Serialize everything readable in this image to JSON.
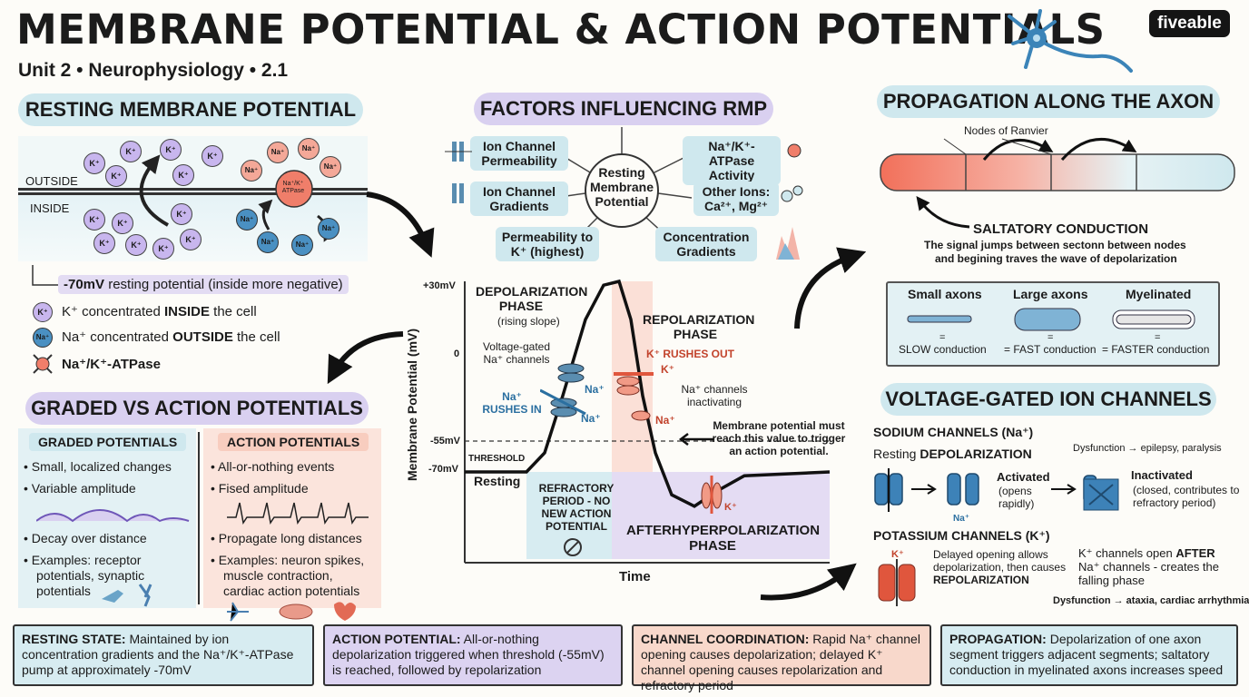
{
  "header": {
    "title": "MEMBRANE POTENTIAL & ACTION POTENTIALS",
    "subtitle": "Unit 2 • Neurophysiology • 2.1",
    "logo": "fiveable"
  },
  "rmp": {
    "heading": "RESTING MEMBRANE POTENTIAL",
    "outside_label": "OUTSIDE",
    "inside_label": "INSIDE",
    "k_ion": "K⁺",
    "na_ion": "Na⁺",
    "pump_label": "Na⁺/K⁺ ATPase",
    "resting_value": "-70mV",
    "resting_text": " resting potential (inside more negative)",
    "legend_k_ion": "K⁺",
    "legend_k_pre": "K⁺ concentrated ",
    "legend_k_bold": "INSIDE",
    "legend_k_post": " the cell",
    "legend_na_ion": "Na⁺",
    "legend_na_pre": "Na⁺ concentrated ",
    "legend_na_bold": "OUTSIDE",
    "legend_na_post": " the cell",
    "legend_pump": "Na⁺/K⁺-ATPase"
  },
  "factors": {
    "heading": "FACTORS INFLUENCING RMP",
    "center": "Resting Membrane Potential",
    "items": [
      "Ion Channel Permeability",
      "Na⁺/K⁺-ATPase Activity",
      "Ion Channel Gradients",
      "Other Ions: Ca²⁺, Mg²⁺",
      "Permeability to K⁺ (highest)",
      "Concentration Gradients"
    ]
  },
  "graded": {
    "heading": "GRADED VS ACTION POTENTIALS",
    "graded_title": "GRADED POTENTIALS",
    "graded_items": [
      "Small, localized changes",
      "Variable amplitude",
      "Decay over distance",
      "Examples: receptor",
      "potentials, synaptic",
      "potentials"
    ],
    "action_title": "ACTION POTENTIALS",
    "action_items": [
      "All-or-nothing events",
      "Fised amplitude",
      "Propagate long distances",
      "Examples: neuron spikes,",
      "muscle contraction,",
      "cardiac action potentials"
    ]
  },
  "chart_data": {
    "type": "line",
    "xlabel": "Time",
    "ylabel": "Membrane Potential (mV)",
    "y_ticks": [
      "+30mV",
      "0",
      "-55mV",
      "-70mV"
    ],
    "threshold_label": "THRESHOLD",
    "resting_label": "Resting",
    "labels": {
      "depol_title": "DEPOLARIZATION PHASE",
      "depol_sub": "(rising slope)",
      "vg_na": "Voltage-gated Na⁺ channels",
      "na_rushes": "Na⁺ RUSHES IN",
      "na_ion": "Na⁺",
      "repol_title": "REPOLARIZATION PHASE",
      "k_rushes": "K⁺ RUSHES OUT",
      "k_ion": "K⁺",
      "na_inact": "Na⁺ channels inactivating",
      "threshold_note": "Membrane potential must reach this value to trigger an action potential.",
      "refractory": "REFRACTORY PERIOD - NO NEW ACTION POTENTIAL",
      "ahp": "AFTERHYPERPOLARIZATION PHASE"
    }
  },
  "propagation": {
    "heading": "PROPAGATION ALONG THE AXON",
    "nodes_label": "Nodes of Ranvier",
    "saltatory_title": "SALTATORY CONDUCTION",
    "saltatory_desc1": "The signal jumps between sectonn between nodes",
    "saltatory_desc2": "and begining traves the wave of depolarization",
    "axon_types": [
      {
        "label": "Small axons",
        "eq": "=",
        "result": "SLOW conduction"
      },
      {
        "label": "Large axons",
        "eq": "=",
        "result": "= FAST conduction"
      },
      {
        "label": "Myelinated",
        "eq": "=",
        "result": "= FASTER conduction"
      }
    ]
  },
  "vgic": {
    "heading": "VOLTAGE-GATED ION CHANNELS",
    "sodium_title": "SODIUM CHANNELS (Na⁺)",
    "resting_pre": "Resting ",
    "resting_bold": "DEPOLARIZATION",
    "dysfunction_na": "Dysfunction → epilepsy, paralysis",
    "activated_title": "Activated",
    "activated_desc": "(opens rapidly)",
    "na_ion": "Na⁺",
    "inactivated_title": "Inactivated",
    "inactivated_desc": "(closed, contributes to refractory period)",
    "potassium_title": "POTASSIUM CHANNELS (K⁺)",
    "k_ion": "K⁺",
    "delayed_desc": "Delayed opening allows depolarization, then causes",
    "delayed_bold": "REPOLARIZATION",
    "k_after_pre": "K⁺ channels open ",
    "k_after_bold": "AFTER",
    "k_after_post": "Na⁺ channels - creates the falling phase",
    "dysfunction_k": "Dysfunction → ataxia, cardiac arrhythmias"
  },
  "summary": [
    {
      "title": "RESTING STATE:",
      "text": " Maintained by ion concentration gradients and the Na⁺/K⁺-ATPase pump at approximately -70mV",
      "color": "#d7ecf1"
    },
    {
      "title": "ACTION POTENTIAL:",
      "text": " All-or-nothing depolarization triggered when threshold (-55mV) is reached, followed by repolarization",
      "color": "#dcd3f1"
    },
    {
      "title": "CHANNEL COORDINATION:",
      "text": " Rapid Na⁺ channel opening causes depolarization; delayed K⁺ channel opening causes repolarization and refractory period",
      "color": "#f8d8cb"
    },
    {
      "title": "PROPAGATION:",
      "text": " Depolarization of one axon segment triggers adjacent segments; saltatory conduction in myelinated axons increases speed",
      "color": "#d7ecf1"
    }
  ]
}
